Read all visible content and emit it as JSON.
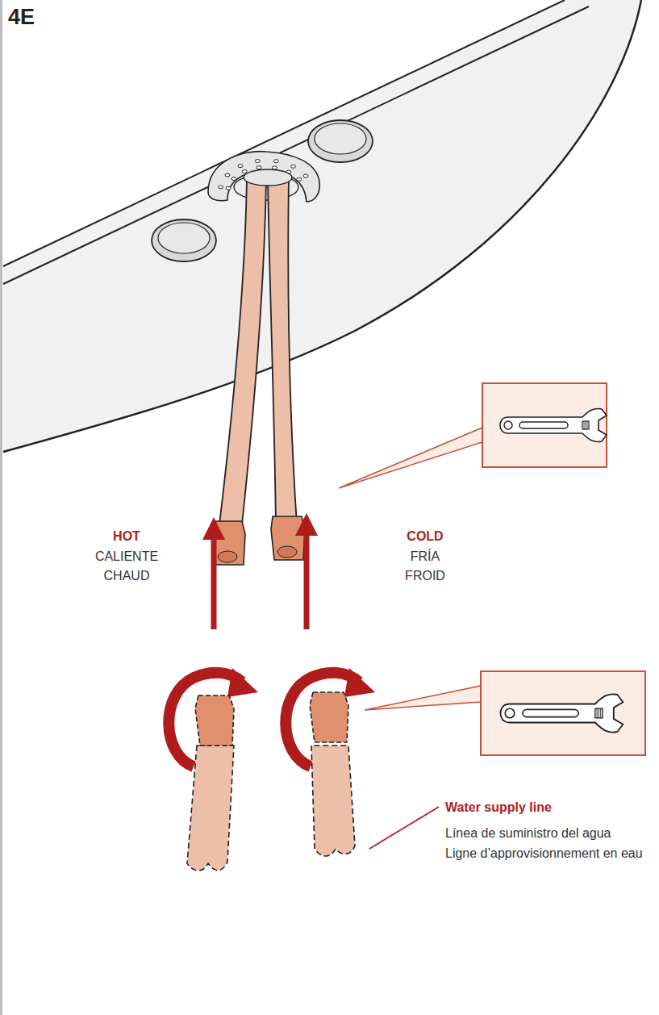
{
  "diagram": {
    "title": "4E",
    "labels": [
      "HOT",
      "CALIENTE",
      "CHAUD",
      "COLD",
      "FRÍA",
      "FROID",
      "Water supply line",
      "Línea de suministro del agua",
      "Ligne d’approvisionnement en eau"
    ]
  }
}
